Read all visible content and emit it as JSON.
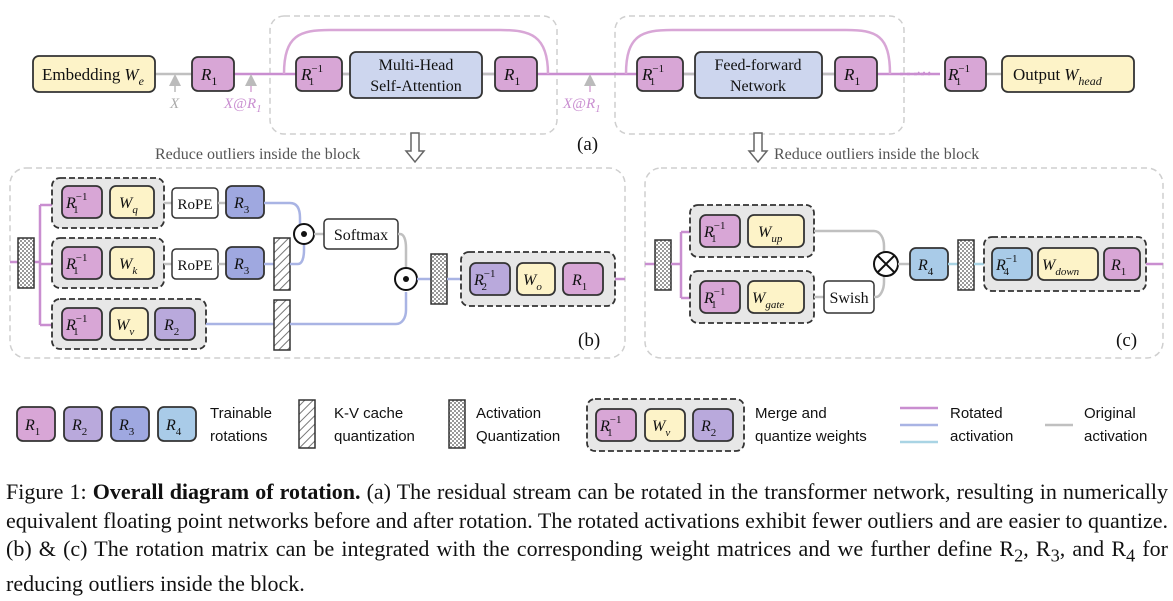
{
  "panel_a": {
    "embedding_label": "Embedding",
    "embedding_sym": "W",
    "embedding_sub": "e",
    "mhsa_line1": "Multi-Head",
    "mhsa_line2": "Self-Attention",
    "ffn_line1": "Feed-forward",
    "ffn_line2": "Network",
    "output_label": "Output",
    "output_sym": "W",
    "output_sub": "head",
    "x_label": "X",
    "xr1_label_a": "X@R",
    "xr1_label_b": "X@R",
    "xr1_sub": "1",
    "panel_label": "(a)",
    "ellipsis": "···"
  },
  "reduce_text_left": "Reduce outliers inside the block",
  "reduce_text_right": "Reduce outliers inside the block",
  "panel_b": {
    "wq_sym": "W",
    "wq_sub": "q",
    "wk_sym": "W",
    "wk_sub": "k",
    "wv_sym": "W",
    "wv_sub": "v",
    "wo_sym": "W",
    "wo_sub": "o",
    "rope1": "RoPE",
    "rope2": "RoPE",
    "softmax": "Softmax",
    "panel_label": "(b)"
  },
  "panel_c": {
    "wup_sym": "W",
    "wup_sub": "up",
    "wgate_sym": "W",
    "wgate_sub": "gate",
    "wdown_sym": "W",
    "wdown_sub": "down",
    "swish": "Swish",
    "panel_label": "(c)"
  },
  "legend": {
    "trainable_line1": "Trainable",
    "trainable_line2": "rotations",
    "kv_line1": "K-V cache",
    "kv_line2": "quantization",
    "act_line1": "Activation",
    "act_line2": "Quantization",
    "merge_line1": "Merge and",
    "merge_line2": "quantize weights",
    "rot_line1": "Rotated",
    "rot_line2": "activation",
    "orig_line1": "Original",
    "orig_line2": "activation",
    "merge_w_sym": "W",
    "merge_w_sub": "v"
  },
  "rotations": {
    "r": "R",
    "r1_sub": "1",
    "r2_sub": "2",
    "r3_sub": "3",
    "r4_sub": "4",
    "inv_sup": "−1"
  },
  "caption": {
    "prefix": "Figure 1: ",
    "bold": "Overall diagram of rotation.",
    "body": " (a) The residual stream can be rotated in the transformer network, resulting in numerically equivalent floating point networks before and after rotation. The rotated activations exhibit fewer outliers and are easier to quantize. (b) & (c) The rotation matrix can be integrated with the corresponding weight matrices and we further define R",
    "r2": "2",
    "mid1": ", R",
    "r3": "3",
    "mid2": ", and R",
    "r4": "4",
    "end": " for reducing outliers inside the block."
  },
  "colors": {
    "r1": "#d8a6d6",
    "r2": "#b9a9dc",
    "r3": "#9fa8e0",
    "r4": "#a9cbe8",
    "weight": "#fdf3c8",
    "block": "#cdd6ee",
    "rotated_line": "#c98ed0",
    "rotated_line2": "#a9b4e4",
    "rotated_line3": "#a9d4e4",
    "original_line": "#c0c0c0"
  }
}
